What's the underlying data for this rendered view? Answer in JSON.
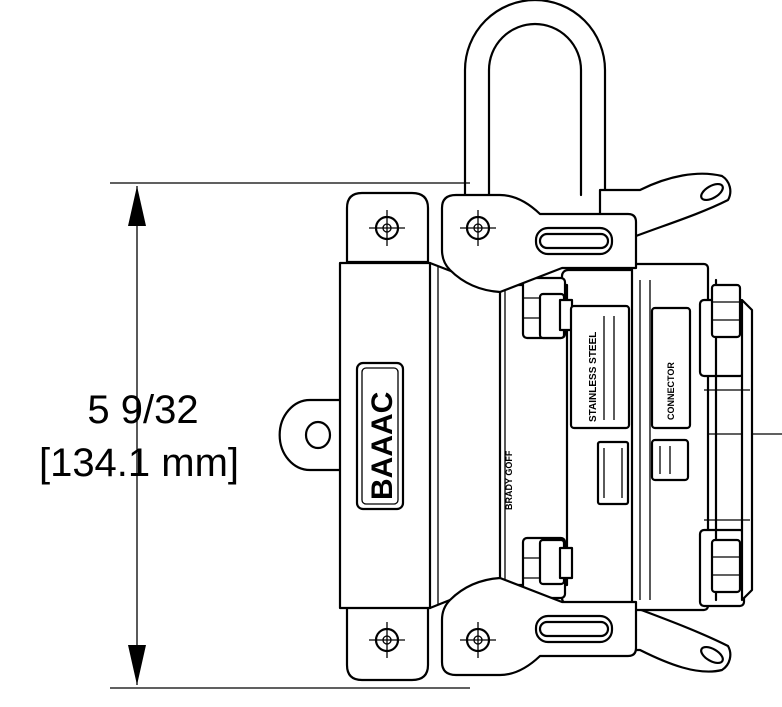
{
  "dimension": {
    "fraction": "5 9/32",
    "metric": "[134.1 mm]"
  },
  "logo": {
    "text": "BAAAC"
  },
  "labels": {
    "side_left": "BRADY GOFF",
    "plate_main": "STAINLESS STEEL",
    "plate_right": "CONNECTOR"
  }
}
